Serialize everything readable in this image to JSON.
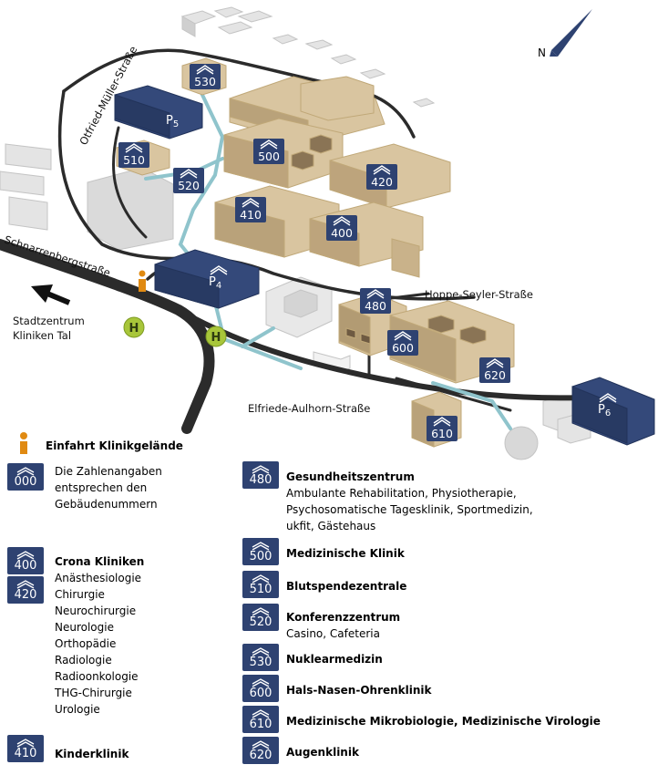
{
  "map": {
    "north_label": "N",
    "streets": {
      "otfried": "Otfried-Müller-Straße",
      "schnarrenberg": "Schnarrenbergstraße",
      "hoppe": "Hoppe-Seyler-Straße",
      "elfriede": "Elfriede-Aulhorn-Straße"
    },
    "city_label_line1": "Stadtzentrum",
    "city_label_line2": "Kliniken Tal",
    "bus_stop_symbol": "H",
    "info_symbol": "i",
    "parking": {
      "p4": "P",
      "p4_sub": "4",
      "p5": "P",
      "p5_sub": "5",
      "p6": "P",
      "p6_sub": "6"
    },
    "building_tags": {
      "b530": "530",
      "b510": "510",
      "b520": "520",
      "b500": "500",
      "b420": "420",
      "b410": "410",
      "b400": "400",
      "b480": "480",
      "b600": "600",
      "b620": "620",
      "b610": "610"
    },
    "colors": {
      "parking": "#34497a",
      "building": "#d9c5a0",
      "path": "#8fc4cc",
      "road": "#2b2b2b",
      "bus": "#a8c63a",
      "info": "#e08a12"
    }
  },
  "legend": {
    "entrance": {
      "icon": "info-icon",
      "title": "Einfahrt Klinikgelände"
    },
    "numbers_note": {
      "badge": "000",
      "lines": [
        "Die Zahlenangaben",
        "entsprechen den",
        "Gebäudenummern"
      ]
    },
    "crona": {
      "badges": [
        "400",
        "420"
      ],
      "title": "Crona Kliniken",
      "lines": [
        "Anästhesiologie",
        "Chirurgie",
        "Neurochirurgie",
        "Neurologie",
        "Orthopädie",
        "Radiologie",
        "Radioonkologie",
        "THG-Chirurgie",
        "Urologie"
      ]
    },
    "b410": {
      "badge": "410",
      "title": "Kinderklinik"
    },
    "b480": {
      "badge": "480",
      "title": "Gesundheitszentrum",
      "lines": [
        "Ambulante Rehabilitation, Physiotherapie,",
        "Psychosomatische Tagesklinik, Sportmedizin,",
        "ukfit, Gästehaus"
      ]
    },
    "b500": {
      "badge": "500",
      "title": "Medizinische Klinik"
    },
    "b510": {
      "badge": "510",
      "title": "Blutspendezentrale"
    },
    "b520": {
      "badge": "520",
      "title": "Konferenzzentrum",
      "lines": [
        "Casino, Cafeteria"
      ]
    },
    "b530": {
      "badge": "530",
      "title": "Nuklearmedizin"
    },
    "b600": {
      "badge": "600",
      "title": "Hals-Nasen-Ohrenklinik"
    },
    "b610": {
      "badge": "610",
      "title": "Medizinische Mikrobiologie, Medizinische Virologie"
    },
    "b620": {
      "badge": "620",
      "title": "Augenklinik"
    }
  }
}
